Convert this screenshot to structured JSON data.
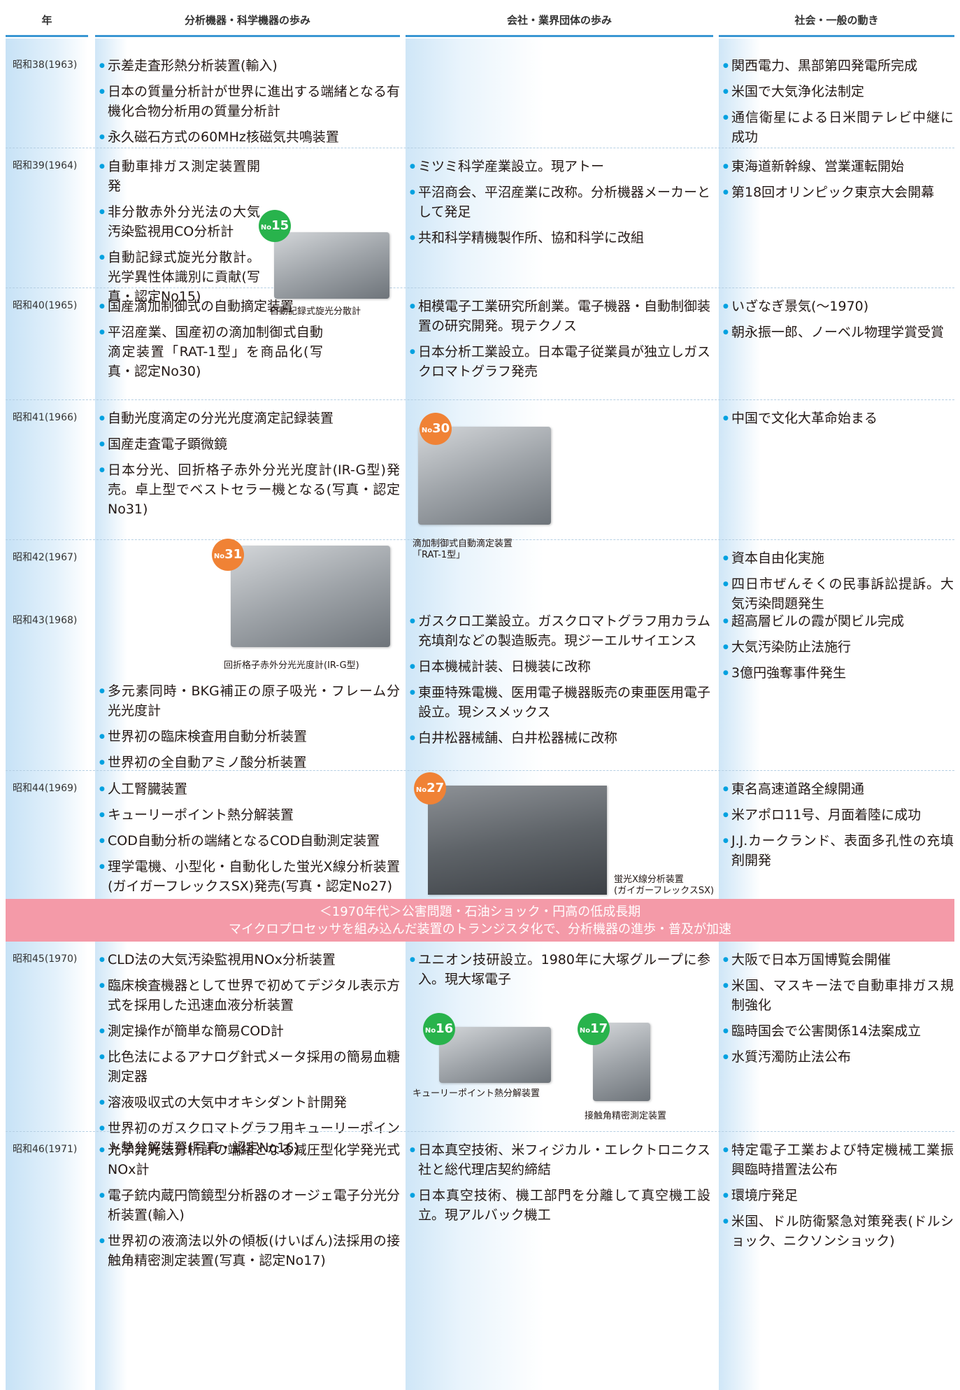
{
  "header": {
    "year": "年",
    "col1": "分析機器・科学機器の歩み",
    "col2": "会社・業界団体の歩み",
    "col3": "社会・一般の動き"
  },
  "rows": [
    {
      "year": "昭和38(1963)",
      "col1": [
        "示差走査形熱分析装置(輸入)",
        "日本の質量分析計が世界に進出する端緒となる有機化合物分析用の質量分析計",
        "永久磁石方式の60MHz核磁気共鳴装置"
      ],
      "col2": [],
      "col3": [
        "関西電力、黒部第四発電所完成",
        "米国で大気浄化法制定",
        "通信衛星による日米間テレビ中継に成功"
      ]
    },
    {
      "year": "昭和39(1964)",
      "col1": [
        "自動車排ガス測定装置開発",
        "非分散赤外分光法の大気汚染監視用CO分析計",
        "自動記録式旋光分散計。光学異性体識別に貢献(写真・認定No15)"
      ],
      "col2": [
        "ミツミ科学産業設立。現アトー",
        "平沼商会、平沼産業に改称。分析機器メーカーとして発足",
        "共和科学精機製作所、協和科学に改組"
      ],
      "col3": [
        "東海道新幹線、営業運転開始",
        "第18回オリンピック東京大会開幕"
      ]
    },
    {
      "year": "昭和40(1965)",
      "col1": [
        "国産滴加制御式の自動摘定装置",
        "平沼産業、国産初の滴加制御式自動滴定装置「RAT-1型」を商品化(写真・認定No30)"
      ],
      "col2": [
        "相模電子工業研究所創業。電子機器・自動制御装置の研究開発。現テクノス",
        "日本分析工業設立。日本電子従業員が独立しガスクロマトグラフ発売"
      ],
      "col3": [
        "いざなぎ景気(～1970)",
        "朝永振一郎、ノーベル物理学賞受賞"
      ]
    },
    {
      "year": "昭和41(1966)",
      "col1": [
        "自動光度滴定の分光光度滴定記録装置",
        "国産走査電子顕微鏡",
        "日本分光、回折格子赤外分光光度計(IR-G型)発売。卓上型でベストセラー機となる(写真・認定No31)"
      ],
      "col2": [],
      "col3": [
        "中国で文化大革命始まる"
      ]
    },
    {
      "year": "昭和42(1967)",
      "col1": [],
      "col2": [],
      "col3": [
        "資本自由化実施",
        "四日市ぜんそくの民事訴訟提訴。大気汚染問題発生"
      ]
    },
    {
      "year": "昭和43(1968)",
      "col1": [
        "多元素同時・BKG補正の原子吸光・フレーム分光光度計",
        "世界初の臨床検査用自動分析装置",
        "世界初の全自動アミノ酸分析装置"
      ],
      "col2": [
        "ガスクロ工業設立。ガスクロマトグラフ用カラム充填剤などの製造販売。現ジーエルサイエンス",
        "日本機械計装、日機装に改称",
        "東亜特殊電機、医用電子機器販売の東亜医用電子設立。現シスメックス",
        "白井松器械舗、白井松器械に改称"
      ],
      "col3": [
        "超高層ビルの霞が関ビル完成",
        "大気汚染防止法施行",
        "3億円強奪事件発生"
      ]
    },
    {
      "year": "昭和44(1969)",
      "col1": [
        "人工腎臓装置",
        "キューリーポイント熱分解装置",
        "COD自動分析の端緒となるCOD自動測定装置",
        "理学電機、小型化・自動化した蛍光X線分析装置(ガイガーフレックスSX)発売(写真・認定No27)"
      ],
      "col2": [],
      "col3": [
        "東名高速道路全線開通",
        "米アポロ11号、月面着陸に成功",
        "J.J.カークランド、表面多孔性の充填剤開発"
      ]
    },
    {
      "year": "昭和45(1970)",
      "col1": [
        "CLD法の大気汚染監視用NOx分析装置",
        "臨床検査機器として世界で初めてデジタル表示方式を採用した迅速血液分析装置",
        "測定操作が簡単な簡易COD計",
        "比色法によるアナログ針式メータ採用の簡易血糖測定器",
        "溶液吸収式の大気中オキシダント計開発",
        "世界初のガスクロマトグラフ用キューリーポイント熱分解装置(写真・認定No16)"
      ],
      "col2": [
        "ユニオン技研設立。1980年に大塚グループに参入。現大塚電子"
      ],
      "col3": [
        "大阪で日本万国博覧会開催",
        "米国、マスキー法で自動車排ガス規制強化",
        "臨時国会で公害関係14法案成立",
        "水質汚濁防止法公布"
      ]
    },
    {
      "year": "昭和46(1971)",
      "col1": [
        "光学発光法分析計の端緒となる減圧型化学発光式NOx計",
        "電子銃内蔵円筒鏡型分析器のオージェ電子分光分析装置(輸入)",
        "世界初の液滴法以外の傾板(けいばん)法採用の接触角精密測定装置(写真・認定No17)"
      ],
      "col2": [
        "日本真空技術、米フィジカル・エレクトロニクス社と総代理店契約締結",
        "日本真空技術、機工部門を分離して真空機工設立。現アルバック機工"
      ],
      "col3": [
        "特定電子工業および特定機械工業振興臨時措置法公布",
        "環境庁発足",
        "米国、ドル防衛緊急対策発表(ドルショック、ニクソンショック)"
      ]
    }
  ],
  "banner": {
    "line1": "＜1970年代＞公害問題・石油ショック・円高の低成長期",
    "line2": "マイクロプロセッサを組み込んだ装置のトランジスタ化で、分析機器の進歩・普及が加速"
  },
  "photos": {
    "p15": {
      "badge": "15",
      "caption": "自動記録式旋光分散計"
    },
    "p30": {
      "badge": "30",
      "caption_l1": "滴加制御式自動滴定装置",
      "caption_l2": "「RAT-1型」"
    },
    "p31": {
      "badge": "31",
      "caption": "回折格子赤外分光光度計(IR-G型)"
    },
    "p27": {
      "badge": "27",
      "caption_l1": "蛍光X線分析装置",
      "caption_l2": "(ガイガーフレックスSX)"
    },
    "p16": {
      "badge": "16",
      "caption": "キューリーポイント熱分解装置"
    },
    "p17": {
      "badge": "17",
      "caption": "接触角精密測定装置"
    }
  },
  "badge_prefix": "No",
  "colors": {
    "accent": "#3a97d3",
    "bullet": "#00a1e0",
    "banner": "#f49aa8",
    "badge_green": "#28b34c",
    "badge_orange": "#f08235"
  }
}
